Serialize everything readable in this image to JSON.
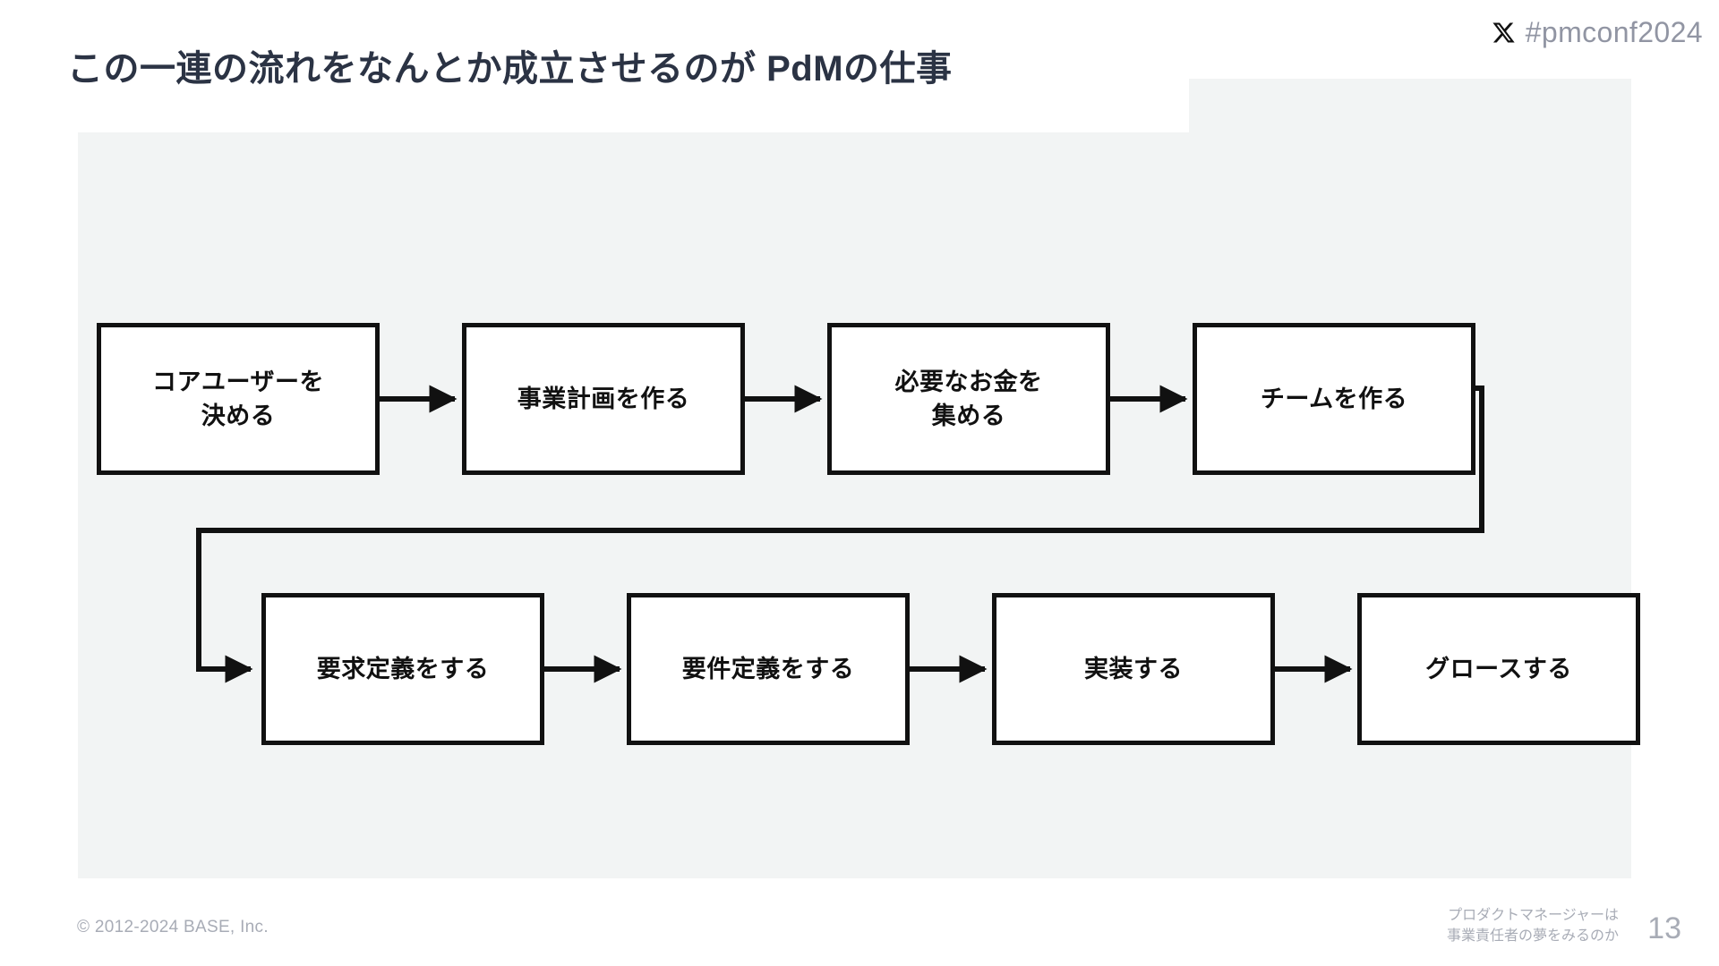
{
  "slide": {
    "title": "この一連の流れをなんとか成立させるのが  PdMの仕事",
    "page_number": "13",
    "panel_color": "#f2f4f4",
    "title_color": "#2b3344",
    "node_border_color": "#111111",
    "footer_color": "#a8acb6"
  },
  "hashtag": {
    "icon": "x-logo-icon",
    "text": "#pmconf2024"
  },
  "diagram": {
    "type": "flowchart",
    "row1": [
      {
        "id": "core-user",
        "line1": "コアユーザーを",
        "line2": "決める"
      },
      {
        "id": "business-plan",
        "line1": "事業計画を作る",
        "line2": ""
      },
      {
        "id": "raise-money",
        "line1": "必要なお金を",
        "line2": "集める"
      },
      {
        "id": "build-team",
        "line1": "チームを作る",
        "line2": ""
      }
    ],
    "row2": [
      {
        "id": "requirements-request",
        "line1": "要求定義をする",
        "line2": ""
      },
      {
        "id": "requirements-spec",
        "line1": "要件定義をする",
        "line2": ""
      },
      {
        "id": "implement",
        "line1": "実装する",
        "line2": ""
      },
      {
        "id": "growth",
        "line1": "グロースする",
        "line2": ""
      }
    ]
  },
  "footer": {
    "copyright": "© 2012-2024 BASE, Inc.",
    "deck_title_line1": "プロダクトマネージャーは",
    "deck_title_line2": "事業責任者の夢をみるのか"
  }
}
